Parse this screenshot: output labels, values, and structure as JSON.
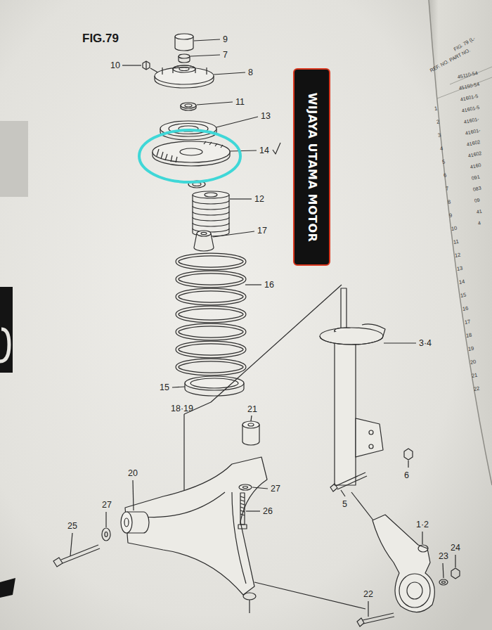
{
  "diagram": {
    "title": "FIG.79",
    "nodes": [
      {
        "text": [
          "WIJAYA UTAMA MOTOR"
        ]
      }
    ],
    "labels": [
      "9",
      "7",
      "10",
      "8",
      "11",
      "13",
      "14",
      "12",
      "17",
      "16",
      "15",
      "3·4",
      "18·19",
      "21",
      "20",
      "27",
      "27",
      "26",
      "25",
      "6",
      "5",
      "1·2",
      "23",
      "24",
      "22",
      "FIG. 79 (L-",
      "REF. NO. PART NO.",
      "45110-54",
      "45150-54",
      "41601-5",
      "41601-5",
      "41601-",
      "41601-",
      "41602",
      "41602",
      "4160",
      "091",
      "083",
      "09",
      "41",
      "4",
      "1",
      "2",
      "3",
      "4",
      "5",
      "6",
      "7",
      "8",
      "9",
      "10",
      "11",
      "12",
      "13",
      "14",
      "15",
      "16",
      "17",
      "18",
      "19",
      "20",
      "21",
      "22"
    ]
  }
}
